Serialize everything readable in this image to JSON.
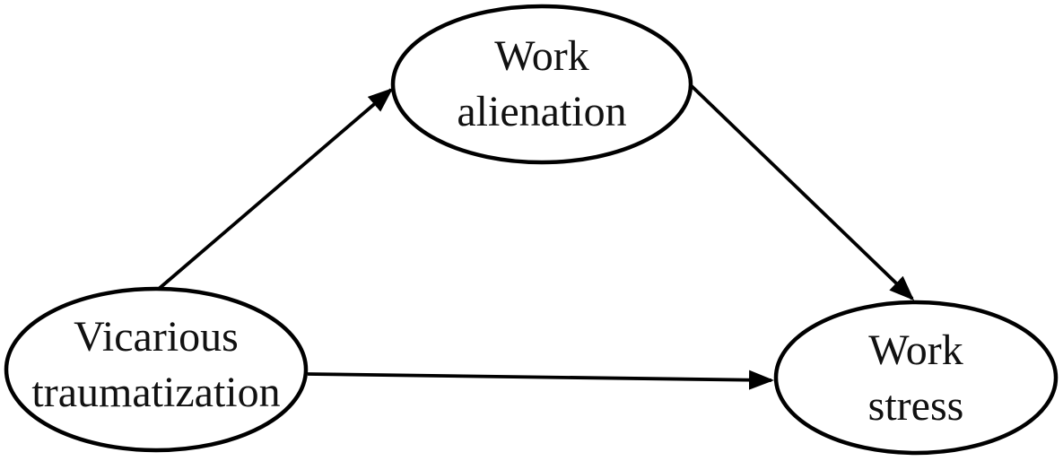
{
  "figure": {
    "type": "path-diagram",
    "background_color": "#ffffff",
    "stroke_color": "#000000",
    "text_color": "#111111",
    "nodes": [
      {
        "id": "vicarious-traumatization",
        "label": "Vicarious\ntraumatization",
        "shape": "ellipse"
      },
      {
        "id": "work-alienation",
        "label": "Work\nalienation",
        "shape": "ellipse"
      },
      {
        "id": "work-stress",
        "label": "Work stress",
        "shape": "ellipse"
      }
    ],
    "edges": [
      {
        "from": "vicarious-traumatization",
        "to": "work-alienation",
        "style": "solid-arrow"
      },
      {
        "from": "work-alienation",
        "to": "work-stress",
        "style": "solid-arrow"
      },
      {
        "from": "vicarious-traumatization",
        "to": "work-stress",
        "style": "solid-arrow"
      }
    ]
  }
}
